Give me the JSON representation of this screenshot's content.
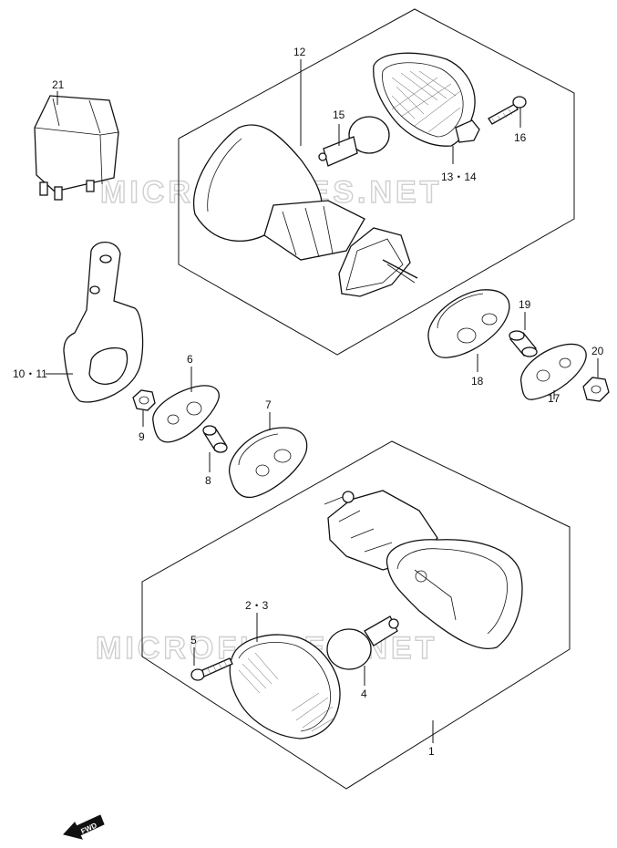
{
  "watermark": "MICROFICHES.NET",
  "fwd_label": "FWD",
  "labels": {
    "p1": "1",
    "p2_3": "2・3",
    "p4": "4",
    "p5": "5",
    "p6": "6",
    "p7": "7",
    "p8": "8",
    "p9": "9",
    "p10_11": "10・11",
    "p12": "12",
    "p13_14": "13・14",
    "p15": "15",
    "p16": "16",
    "p17": "17",
    "p18": "18",
    "p19": "19",
    "p20": "20",
    "p21": "21"
  }
}
